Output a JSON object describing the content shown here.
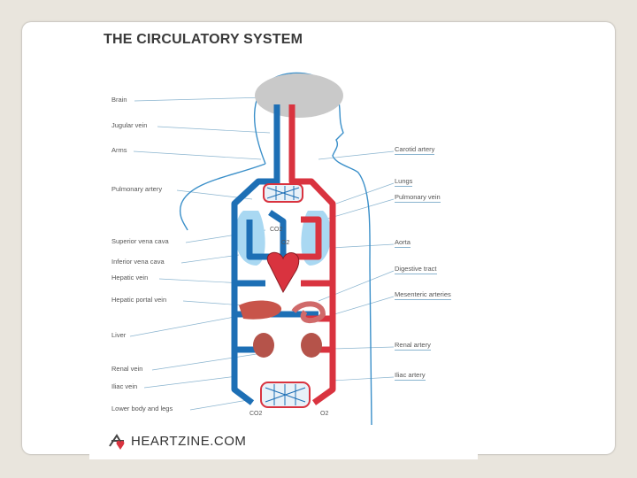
{
  "title": "THE CIRCULATORY SYSTEM",
  "labels_left": [
    {
      "id": "brain",
      "text": "Brain"
    },
    {
      "id": "jugular",
      "text": "Jugular vein"
    },
    {
      "id": "arms",
      "text": "Arms"
    },
    {
      "id": "pulm_artery",
      "text": "Pulmonary artery"
    },
    {
      "id": "svc",
      "text": "Superior vena cava"
    },
    {
      "id": "ivc",
      "text": "Inferior vena cava"
    },
    {
      "id": "hep_vein",
      "text": "Hepatic vein"
    },
    {
      "id": "hep_portal",
      "text": "Hepatic portal vein"
    },
    {
      "id": "liver",
      "text": "Liver"
    },
    {
      "id": "renal_vein",
      "text": "Renal vein"
    },
    {
      "id": "iliac_vein",
      "text": "Iliac vein"
    },
    {
      "id": "lower_body",
      "text": "Lower body and legs"
    }
  ],
  "labels_right": [
    {
      "id": "carotid",
      "text": "Carotid artery"
    },
    {
      "id": "lungs",
      "text": "Lungs"
    },
    {
      "id": "pulm_vein",
      "text": "Pulmonary vein"
    },
    {
      "id": "aorta",
      "text": "Aorta"
    },
    {
      "id": "digestive",
      "text": "Digestive tract"
    },
    {
      "id": "mesenteric",
      "text": "Mesenteric arteries"
    },
    {
      "id": "renal_artery",
      "text": "Renal artery"
    },
    {
      "id": "iliac_artery",
      "text": "Iliac artery"
    }
  ],
  "gas": {
    "lung_co2": "CO2",
    "lung_o2": "O2",
    "body_co2": "CO2",
    "body_o2": "O2"
  },
  "logo": {
    "text": "HEARTZINE.COM",
    "icon": "heartzine-logo-icon"
  },
  "colors": {
    "vein_blue": "#1d6fb5",
    "artery_red": "#d9333f",
    "outline": "#3a8fc9",
    "lung": "#a9d8f2",
    "brain": "#c9c9c9",
    "organ": "#c8544a",
    "background": "#e9e5dd"
  }
}
